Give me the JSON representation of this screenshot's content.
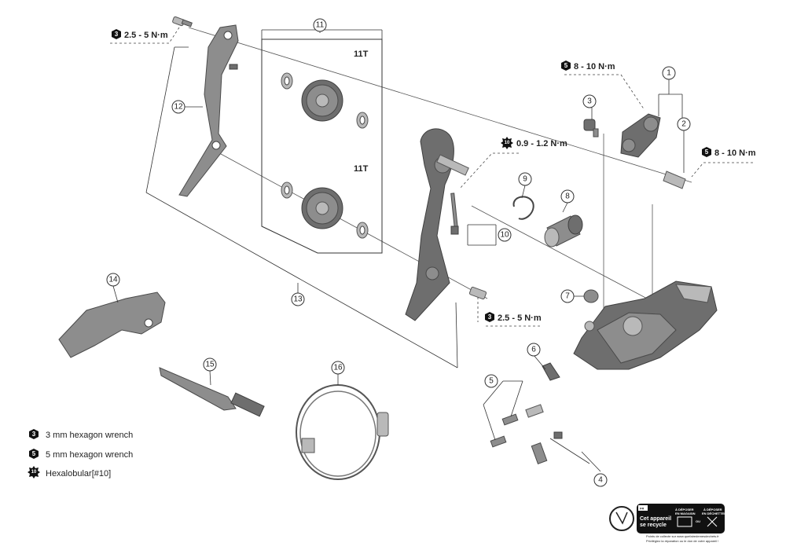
{
  "callouts": [
    "1",
    "2",
    "3",
    "4",
    "5",
    "6",
    "7",
    "8",
    "9",
    "10",
    "11",
    "12",
    "13",
    "14",
    "15",
    "16"
  ],
  "torque": {
    "t1": "2.5 - 5 N·m",
    "t2": "8 - 10 N·m",
    "t3": "0.9 - 1.2 N·m",
    "t4": "8 - 10 N·m",
    "t5": "2.5 - 5 N·m"
  },
  "tool_badges": {
    "hex3": "3",
    "hex5": "5",
    "hexalobular": "10"
  },
  "teeth": {
    "upper": "11T",
    "lower": "11T"
  },
  "legend": [
    {
      "badge": "3",
      "shape": "hexagon",
      "text": "3 mm hexagon wrench"
    },
    {
      "badge": "5",
      "shape": "hexagon",
      "text": "5 mm hexagon wrench"
    },
    {
      "badge": "10",
      "shape": "star",
      "text": "Hexalobular[#10]"
    }
  ],
  "recycle": {
    "country": "FR",
    "main": "Cet appareil",
    "main2": "se recycle",
    "col1a": "À DÉPOSER",
    "col1b": "EN MAGASIN",
    "col2a": "À DÉPOSER",
    "col2b": "EN DÉCHETTERIE",
    "or": "OU",
    "foot1": "Points de collecte sur www.quefairedemesdechets.fr",
    "foot2": "Privilégiez la réparation ou le don de votre appareil !"
  }
}
